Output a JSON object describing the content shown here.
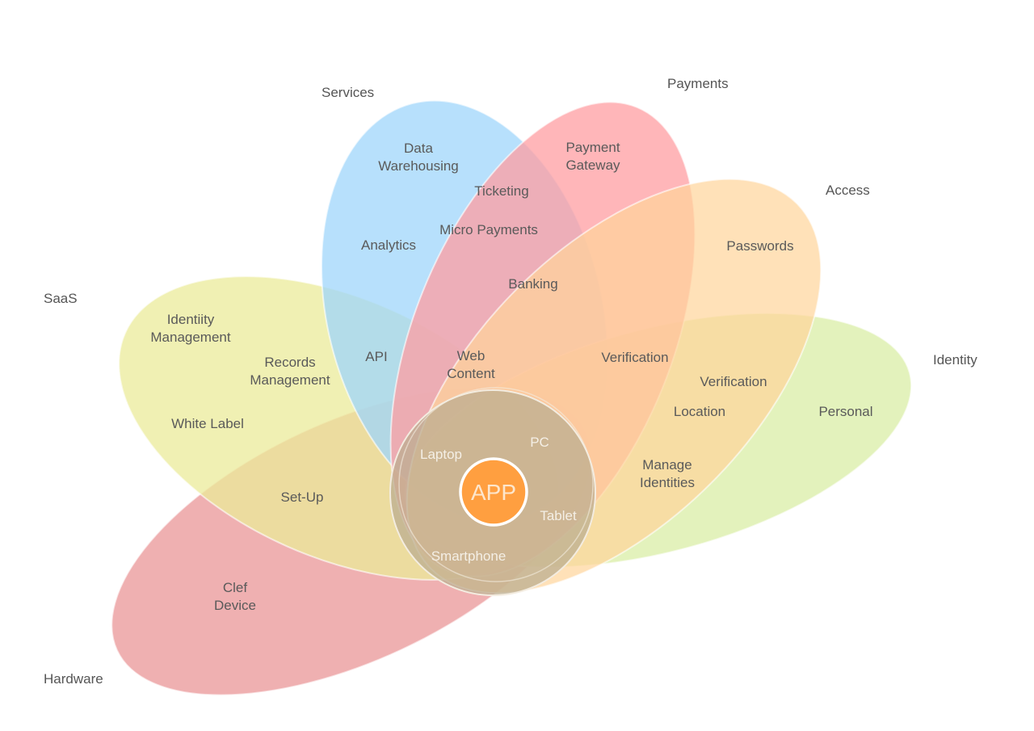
{
  "categories": {
    "services": "Services",
    "payments": "Payments",
    "access": "Access",
    "saas": "SaaS",
    "identity": "Identity",
    "hardware": "Hardware"
  },
  "labels": {
    "data_warehousing": [
      "Data",
      "Warehousing"
    ],
    "payment_gateway": [
      "Payment",
      "Gateway"
    ],
    "ticketing": "Ticketing",
    "micro_payments": "Micro Payments",
    "analytics": "Analytics",
    "passwords": "Passwords",
    "banking": "Banking",
    "identity_management": [
      "Identiity",
      "Management"
    ],
    "records_management": [
      "Records",
      "Management"
    ],
    "api": "API",
    "web_content": [
      "Web",
      "Content"
    ],
    "verification_access": "Verification",
    "verification_identity": "Verification",
    "location": "Location",
    "personal": "Personal",
    "white_label": "White Label",
    "manage_identities": [
      "Manage",
      "Identities"
    ],
    "set_up": "Set-Up",
    "clef_device": [
      "Clef",
      "Device"
    ]
  },
  "devices": {
    "laptop": "Laptop",
    "pc": "PC",
    "tablet": "Tablet",
    "smartphone": "Smartphone"
  },
  "center": "APP",
  "colors": {
    "services": "#9fd6fb",
    "payments": "#ff9ea2",
    "access": "#ffd49a",
    "identity": "#d9eda6",
    "saas": "#ebeb9a",
    "hardware": "#eb9c9e",
    "app": "#ff9f40"
  }
}
